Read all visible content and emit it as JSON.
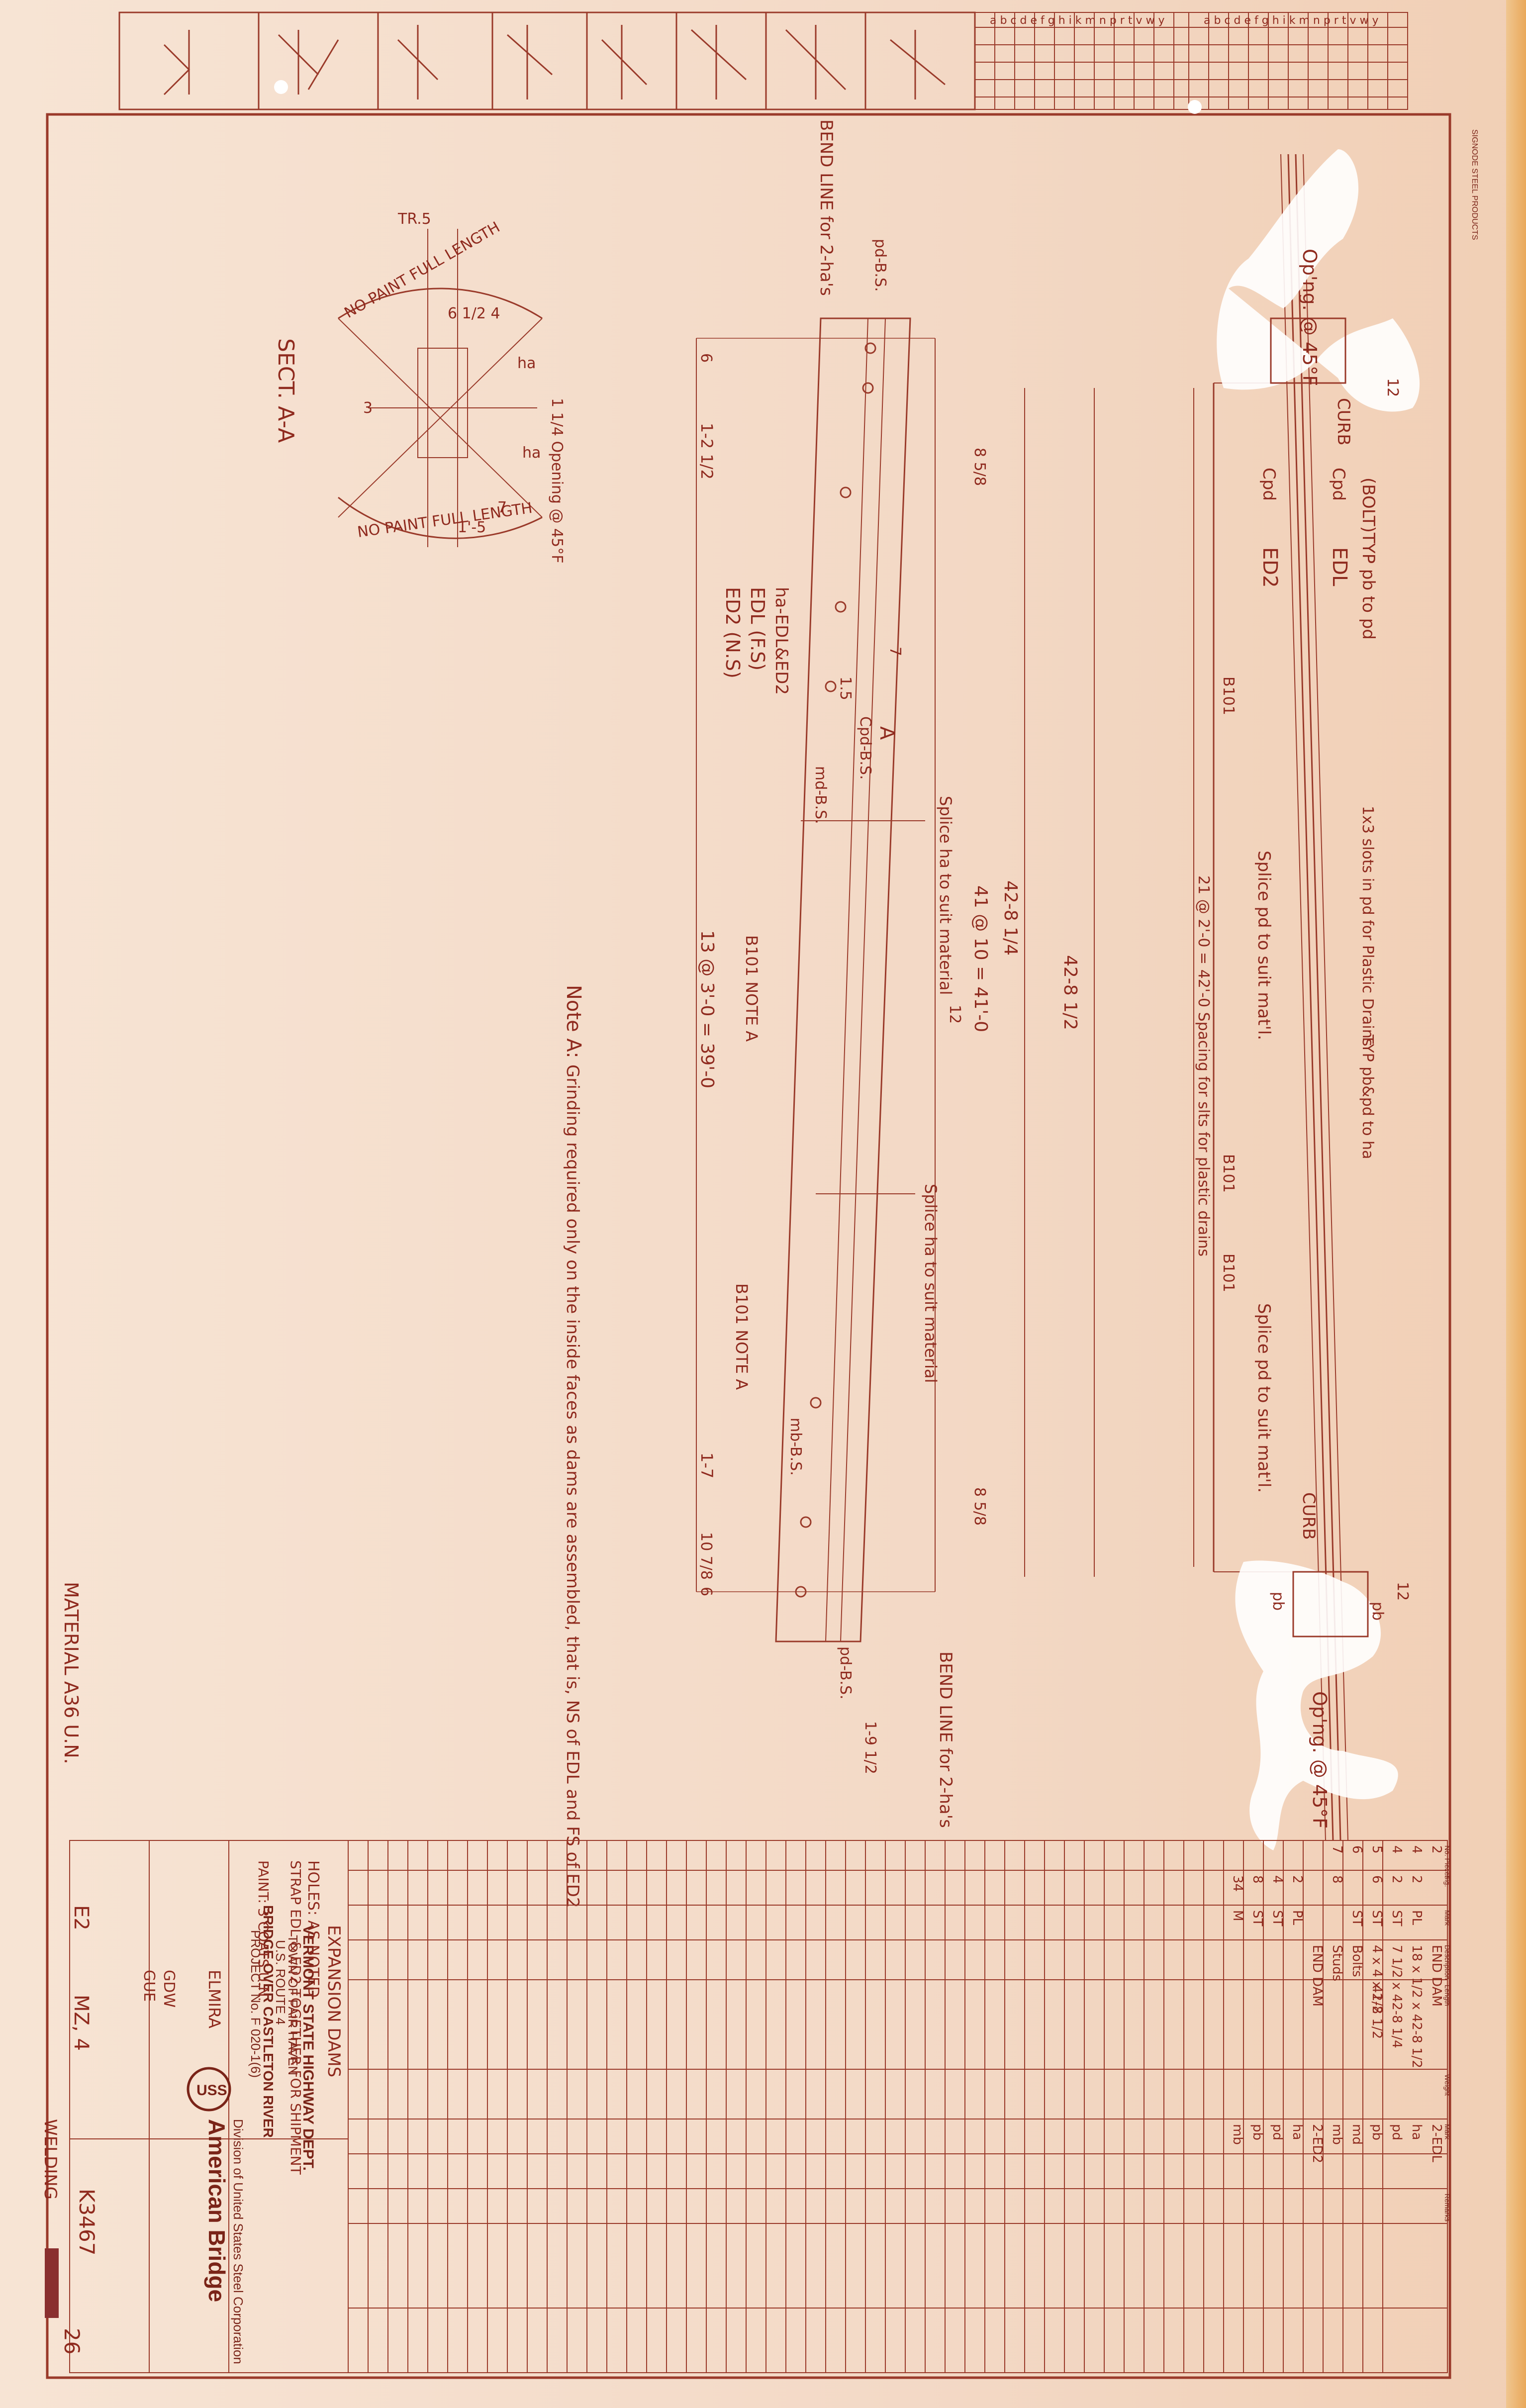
{
  "colors": {
    "paper": "#f4ddcb",
    "ink": "#9a3a2a",
    "ink_dark": "#7a2418",
    "correction_white": "#ffffff",
    "orange_edge": "#e9a85a"
  },
  "header": {
    "vendor_stamp": "SIGNODE STEEL PRODUCTS",
    "column_letters": "a b c d e f g h i k m n p r t v w y"
  },
  "plan": {
    "opening_top": "Op'ng. @ 45°F",
    "opening_bottom": "Op'ng. @ 45°F",
    "curb_top": "CURB",
    "curb_bottom": "CURB",
    "bolt_note": "(BOLT)TYP pb to pd",
    "edl_label": "EDL",
    "ed2_label": "ED2",
    "cpd_label": "Cpd",
    "cpd_label2": "Cpd",
    "b101_a": "B101",
    "b101_b": "B101",
    "b101_c": "B101",
    "splice_1": "Splice pd to suit mat'l.",
    "splice_2": "Splice pd to suit mat'l.",
    "spacing_note": "21 @ 2'-0 = 42'-0  Spacing for slts for plastic drains",
    "slot_note": "1x3 slots in pd for Plastic Drains",
    "weld_note": "TYP pb&pd to ha",
    "dim_12_top": "12",
    "dim_12_bottom": "12",
    "pb_label": "pb",
    "pbp_label": "pb"
  },
  "elevation": {
    "bend_line_top": "BEND LINE for 2-ha's",
    "bend_line_bottom": "BEND LINE for 2-ha's",
    "edl_fs": "EDL (F.S)",
    "ed2_ns": "ED2 (N.S)",
    "ha_label": "ha-EDL&ED2",
    "cpd_bs": "Cpd-B.S.",
    "md_bs": "md-B.S.",
    "mb_bs": "mb-B.S.",
    "pd_bs_top": "pd-B.S.",
    "pd_bs_bottom": "pd-B.S.",
    "splice_ha_1": "Splice ha to suit material",
    "splice_ha_2": "Splice ha to suit material",
    "b101_note_a1": "B101 NOTE A",
    "b101_note_a2": "B101 NOTE A",
    "dim_total": "42-8 1/2",
    "dim_inner": "42-8 1/4",
    "dim_spacing": "41 @ 10 = 41'-0",
    "dim_spacing2": "13 @ 3'-0 = 39'-0",
    "dim_1_2_top": "1-2 1/2",
    "dim_1_7": "1-7",
    "dim_1_5": "1.5",
    "dim_7": "7",
    "dim_6_top": "6",
    "dim_6_bottom": "6",
    "dim_8_5_top": "8 5/8",
    "dim_8_5_bottom": "8 5/8",
    "dim_10_7": "10 7/8",
    "dim_1_9": "1-9 1/2",
    "dim_12": "12",
    "section_ref": "A"
  },
  "section": {
    "title": "SECT. A-A",
    "no_paint_top": "NO PAINT FULL LENGTH",
    "no_paint_bottom": "NO PAINT FULL LENGTH",
    "opening": "1 1/4 Opening @ 45°F",
    "tr_label": "TR.5",
    "dim_1_5": "1'-5",
    "dim_7": "7",
    "dim_3": "3",
    "dim_6": "6 1/2 4",
    "ha_label": "ha",
    "ha_label2": "ha"
  },
  "note_a": {
    "title": "Note A:",
    "text": "Grinding required only on the inside faces as dams are assembled, that is, NS of EDL and FS of ED2"
  },
  "material_note": "MATERIAL A36 U.N.",
  "bom": {
    "headers": [
      "No. Pieces",
      "Fig.",
      "Mark",
      "Description",
      "Length",
      "Weight",
      "Mark",
      "Remarks"
    ],
    "rows": [
      [
        "2",
        "",
        "",
        "END DAM",
        "",
        "",
        "2-EDL",
        ""
      ],
      [
        "4",
        "2",
        "PL",
        "18 x 1/2 x 42-8 1/2",
        "",
        "",
        "ha",
        ""
      ],
      [
        "4",
        "2",
        "ST",
        "7 1/2 x 42-8 1/4",
        "",
        "",
        "pd",
        ""
      ],
      [
        "5",
        "6",
        "ST",
        "4 x 4 x 1/2",
        "42-8 1/2",
        "",
        "pb",
        ""
      ],
      [
        "6",
        "",
        "ST",
        "Bolts",
        "",
        "",
        "md",
        ""
      ],
      [
        "7",
        "8",
        "",
        "Studs",
        "",
        "",
        "mb",
        ""
      ],
      [
        "",
        "",
        "",
        "END DAM",
        "",
        "",
        "2-ED2",
        ""
      ],
      [
        "",
        "2",
        "PL",
        "",
        "",
        "",
        "ha",
        ""
      ],
      [
        "",
        "4",
        "ST",
        "",
        "",
        "",
        "pd",
        ""
      ],
      [
        "",
        "8",
        "ST",
        "",
        "",
        "",
        "pb",
        ""
      ],
      [
        "",
        "34",
        "M",
        "",
        "",
        "",
        "mb",
        ""
      ]
    ]
  },
  "title_block": {
    "company": "American Bridge",
    "division": "Division of United States Steel Corporation",
    "uss": "USS",
    "drawing_title": "EXPANSION DAMS",
    "client": "VERMONT STATE HIGHWAY DEPT.",
    "town": "TOWN OF FAIR HAVEN",
    "route": "U.S. ROUTE 4",
    "bridge": "BRIDGE OVER CASTLETON RIVER",
    "project": "PROJECT No. F 020-1(6)",
    "location": "ELMIRA",
    "holes_note": "HOLES: AS NOTED",
    "ship_note": "STRAP EDL & ED2 TOGETHER FOR SHIPMENT",
    "paint_note": "PAINT: 3 COATS U.N.",
    "contract": "K3467",
    "sheet": "26",
    "erection_mark": "E2",
    "revision": "MZ, 4",
    "welding": "WELDING",
    "drawn_by": "GDW",
    "checked_by": "GUE"
  }
}
